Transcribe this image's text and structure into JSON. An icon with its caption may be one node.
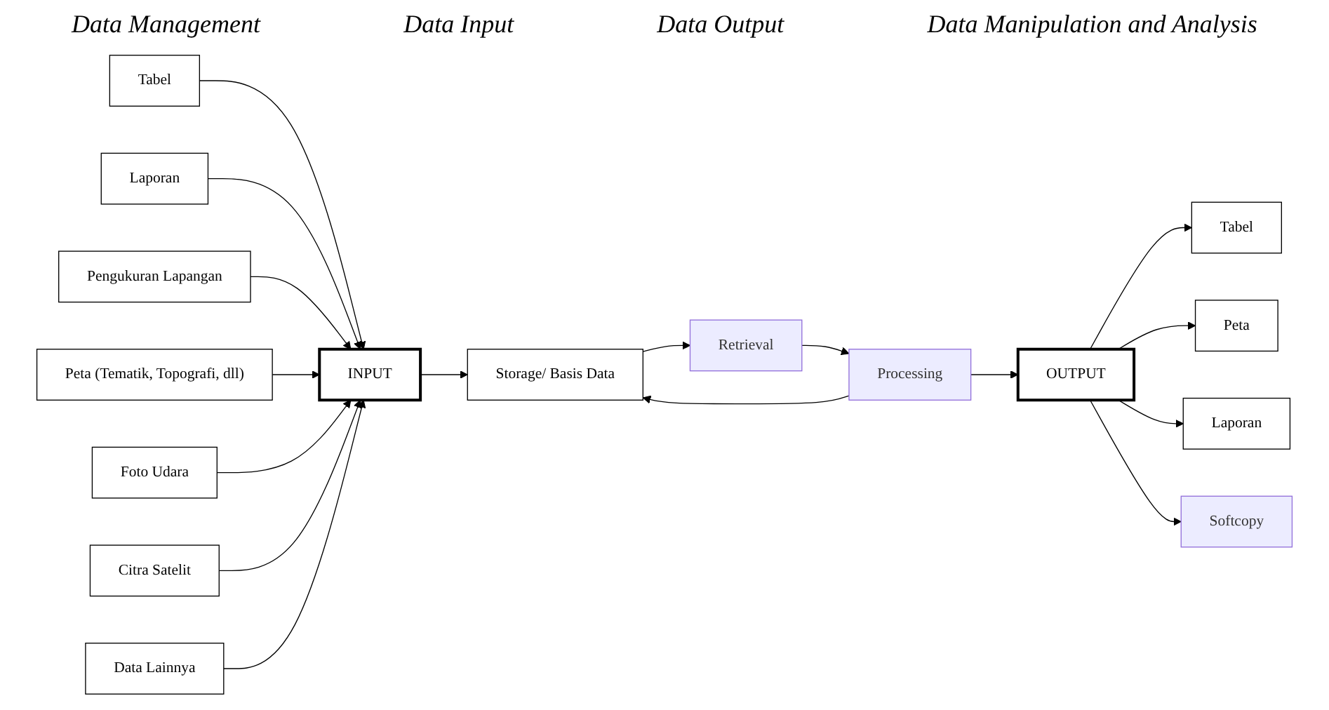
{
  "diagram": {
    "nodes": [
      {
        "text": [
          "Tabel"
        ]
      },
      {
        "text": [
          "Laporan"
        ]
      },
      {
        "text": [
          "Pengukuran Lapangan"
        ]
      },
      {
        "text": [
          "Peta (Tematik, Topografi, dll)"
        ]
      },
      {
        "text": [
          "Foto Udara"
        ]
      },
      {
        "text": [
          "Citra Satelit"
        ]
      },
      {
        "text": [
          "Data Lainnya"
        ]
      },
      {
        "text": [
          "INPUT"
        ]
      },
      {
        "text": [
          "Storage/ Basis Data"
        ]
      },
      {
        "text": [
          "Retrieval"
        ]
      },
      {
        "text": [
          "Processing"
        ]
      },
      {
        "text": [
          "OUTPUT"
        ]
      },
      {
        "text": [
          "Tabel"
        ]
      },
      {
        "text": [
          "Peta"
        ]
      },
      {
        "text": [
          "Laporan"
        ]
      },
      {
        "text": [
          "Softcopy"
        ]
      }
    ],
    "edges": [
      {
        "from": 0,
        "to": 7,
        "arrow": "to"
      },
      {
        "from": 1,
        "to": 7,
        "arrow": "to"
      },
      {
        "from": 2,
        "to": 7,
        "arrow": "to"
      },
      {
        "from": 3,
        "to": 7,
        "arrow": "to"
      },
      {
        "from": 4,
        "to": 7,
        "arrow": "to"
      },
      {
        "from": 5,
        "to": 7,
        "arrow": "to"
      },
      {
        "from": 6,
        "to": 7,
        "arrow": "to"
      },
      {
        "from": 7,
        "to": 8,
        "arrow": "to"
      },
      {
        "from": 8,
        "to": 9,
        "arrow": "to"
      },
      {
        "from": 9,
        "to": 10,
        "arrow": "to"
      },
      {
        "from": 10,
        "to": 8,
        "arrow": "to"
      },
      {
        "from": 10,
        "to": 11,
        "arrow": "to"
      },
      {
        "from": 11,
        "to": 12,
        "arrow": "to"
      },
      {
        "from": 11,
        "to": 13,
        "arrow": "to"
      },
      {
        "from": 11,
        "to": 14,
        "arrow": "to"
      },
      {
        "from": 11,
        "to": 15,
        "arrow": "to"
      }
    ],
    "labels": [
      "Data Management",
      "Data Input",
      "Data Output",
      "Data Manipulation and Analysis"
    ]
  }
}
